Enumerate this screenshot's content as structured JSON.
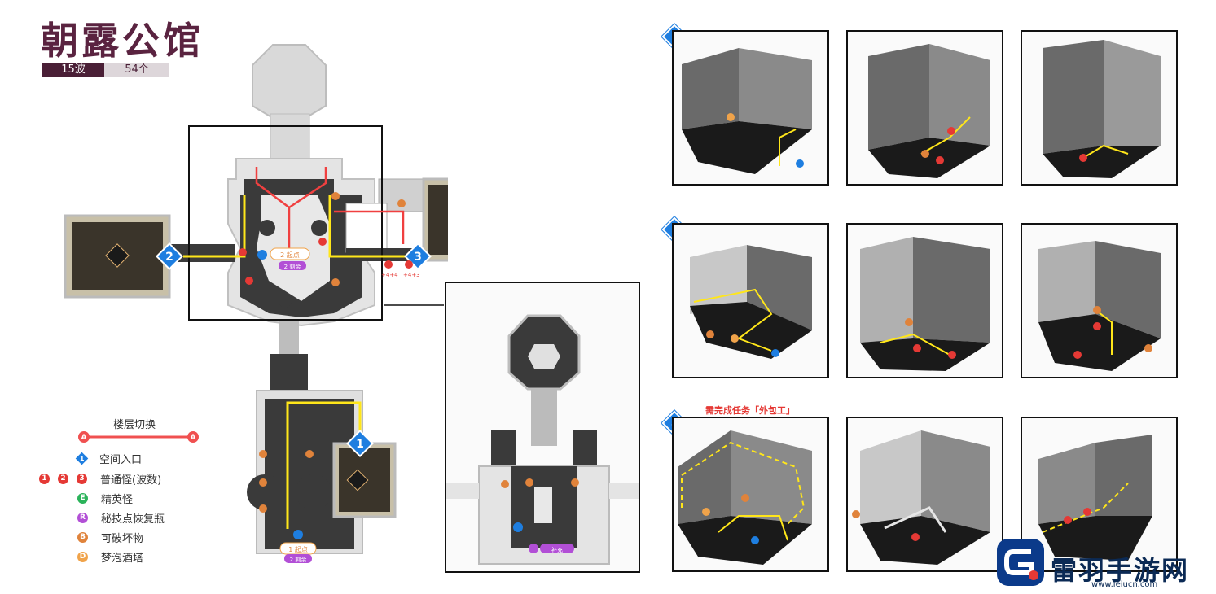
{
  "map": {
    "title": "朝露公馆",
    "waves_tag": "15波",
    "count_tag": "54个",
    "start_label_main": "2 起点",
    "start_sub_main": "2 剩余",
    "start_label_lower": "1 起点",
    "start_sub_lower": "2 剩余",
    "zoom_supply_label": "补充",
    "badge_2": "2",
    "badge_3": "3",
    "badge_1": "1",
    "enemy_count_a": "+4+4",
    "enemy_count_b": "+4+3"
  },
  "legend": {
    "title": "楼层切换",
    "endpoint_a": "A",
    "endpoint_b": "A",
    "items": [
      {
        "symbol": "1",
        "label": "空间入口"
      },
      {
        "symbol": "1",
        "symbol2": "2",
        "symbol3": "3",
        "label": "普通怪(波数)"
      },
      {
        "symbol": "E",
        "label": "精英怪"
      },
      {
        "symbol": "R",
        "label": "秘技点恢复瓶"
      },
      {
        "symbol": "B",
        "label": "可破坏物"
      },
      {
        "symbol": "D",
        "label": "梦泡酒塔"
      }
    ]
  },
  "sections": [
    {
      "badge": "1"
    },
    {
      "badge": "2"
    },
    {
      "badge": "3",
      "note": "需完成任务「外包工」"
    }
  ],
  "watermark": {
    "name": "雷羽手游网",
    "url": "www.leiucn.com"
  },
  "colors": {
    "title": "#5a2340",
    "tag_dark": "#4a1f36",
    "entry_blue": "#1e7ee0",
    "enemy_red": "#e53935",
    "elite_green": "#2bb35a",
    "restore_purple": "#b24fd6",
    "breakable_orange": "#e0833b",
    "dream_orange": "#f0a34a",
    "path_yellow": "#ffe61a",
    "path_red": "#f04040"
  }
}
